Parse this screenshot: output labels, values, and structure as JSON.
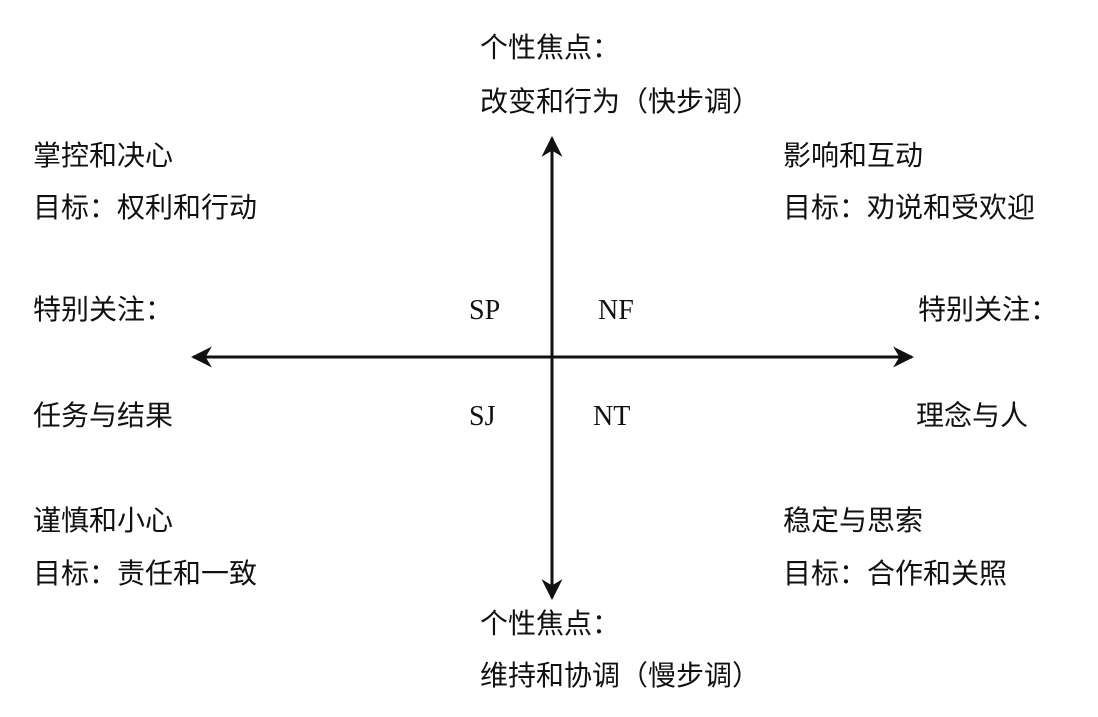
{
  "top": {
    "line1": "个性焦点：",
    "line2": "改变和行为（快步调）"
  },
  "bottom": {
    "line1": "个性焦点：",
    "line2": "维持和协调（慢步调）"
  },
  "left": {
    "line1": "特别关注：",
    "line2": "任务与结果"
  },
  "right": {
    "line1": "特别关注：",
    "line2": "理念与人"
  },
  "quadrants": {
    "top_left": {
      "title": "掌控和决心",
      "goal": "目标：权利和行动"
    },
    "top_right": {
      "title": "影响和互动",
      "goal": "目标：劝说和受欢迎"
    },
    "bottom_left": {
      "title": "谨慎和小心",
      "goal": "目标：责任和一致"
    },
    "bottom_right": {
      "title": "稳定与思索",
      "goal": "目标：合作和关照"
    }
  },
  "codes": {
    "sp": "SP",
    "nf": "NF",
    "sj": "SJ",
    "nt": "NT"
  }
}
